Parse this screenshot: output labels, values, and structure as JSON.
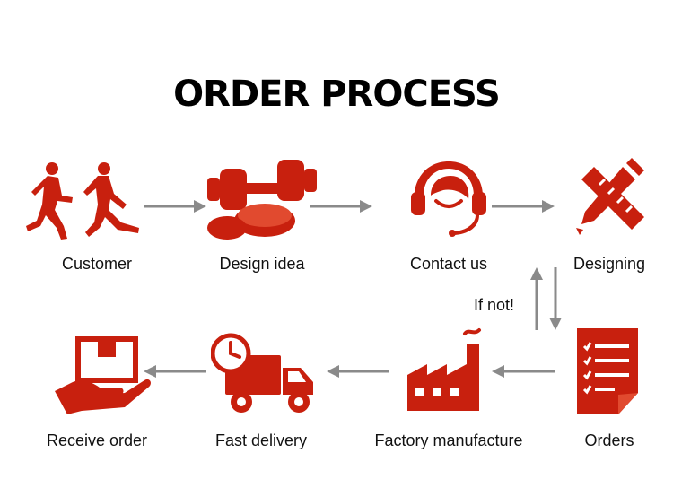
{
  "title": "ORDER PROCESS",
  "colors": {
    "accent": "#c8200e",
    "arrow": "#8a8a8a"
  },
  "steps": [
    {
      "label": "Customer",
      "icon": "runners-icon"
    },
    {
      "label": "Design idea",
      "icon": "dumbbells-icon"
    },
    {
      "label": "Contact us",
      "icon": "headset-icon"
    },
    {
      "label": "Designing",
      "icon": "pencil-ruler-icon"
    },
    {
      "label": "Orders",
      "icon": "order-list-icon"
    },
    {
      "label": "Factory manufacture",
      "icon": "factory-icon"
    },
    {
      "label": "Fast delivery",
      "icon": "delivery-truck-icon"
    },
    {
      "label": "Receive order",
      "icon": "hand-box-icon"
    }
  ],
  "loop_note": "If not!"
}
